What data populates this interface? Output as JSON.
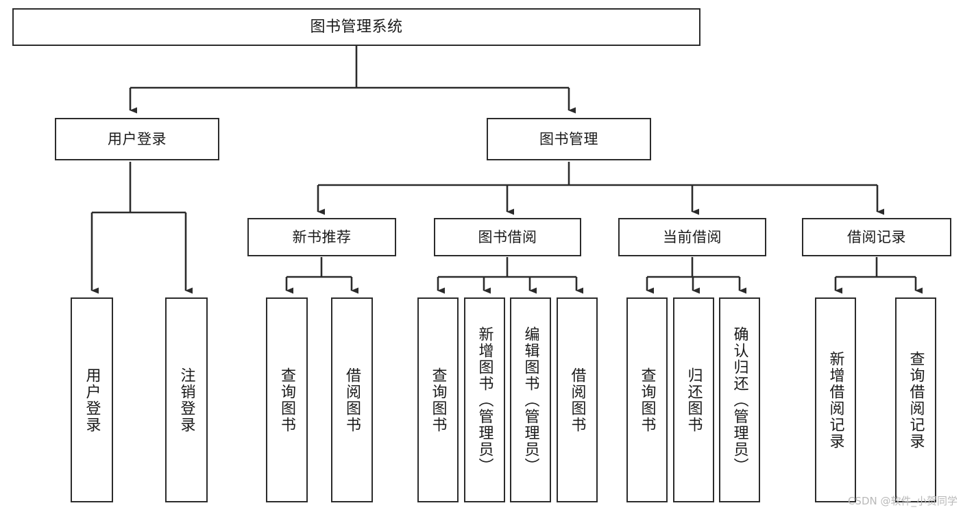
{
  "diagram": {
    "title": "图书管理系统",
    "watermark": "CSDN @软件_小贺同学",
    "colors": {
      "background": "#ffffff",
      "box_border": "#2b2b2b",
      "box_fill": "#ffffff",
      "connector": "#2b2b2b",
      "text": "#1a1a1a",
      "watermark": "#b9b9b9"
    },
    "root": {
      "label": "图书管理系统"
    },
    "level2": [
      {
        "label": "用户登录"
      },
      {
        "label": "图书管理"
      }
    ],
    "level3": [
      {
        "label": "新书推荐"
      },
      {
        "label": "图书借阅"
      },
      {
        "label": "当前借阅"
      },
      {
        "label": "借阅记录"
      }
    ],
    "leaves": {
      "user_login": [
        {
          "label": "用户登录"
        },
        {
          "label": "注销登录"
        }
      ],
      "new_book_recommend": [
        {
          "label": "查询图书"
        },
        {
          "label": "借阅图书"
        }
      ],
      "book_borrow": [
        {
          "label": "查询图书"
        },
        {
          "label": "新增图书（管理员）"
        },
        {
          "label": "编辑图书（管理员）"
        },
        {
          "label": "借阅图书"
        }
      ],
      "current_borrow": [
        {
          "label": "查询图书"
        },
        {
          "label": "归还图书"
        },
        {
          "label": "确认归还（管理员）"
        }
      ],
      "borrow_record": [
        {
          "label": "新增借阅记录"
        },
        {
          "label": "查询借阅记录"
        }
      ]
    }
  }
}
